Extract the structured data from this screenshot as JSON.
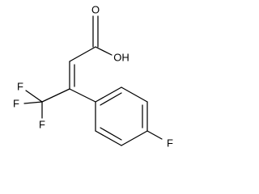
{
  "molecule": {
    "atoms": {
      "carbonyl_oxygen": "O",
      "hydroxyl": "OH",
      "fluorine_1": "F",
      "fluorine_2": "F",
      "fluorine_3": "F",
      "fluorine_para": "F"
    },
    "colors": {
      "bond": "#000000",
      "label": "#000000",
      "background": "#ffffff"
    }
  }
}
